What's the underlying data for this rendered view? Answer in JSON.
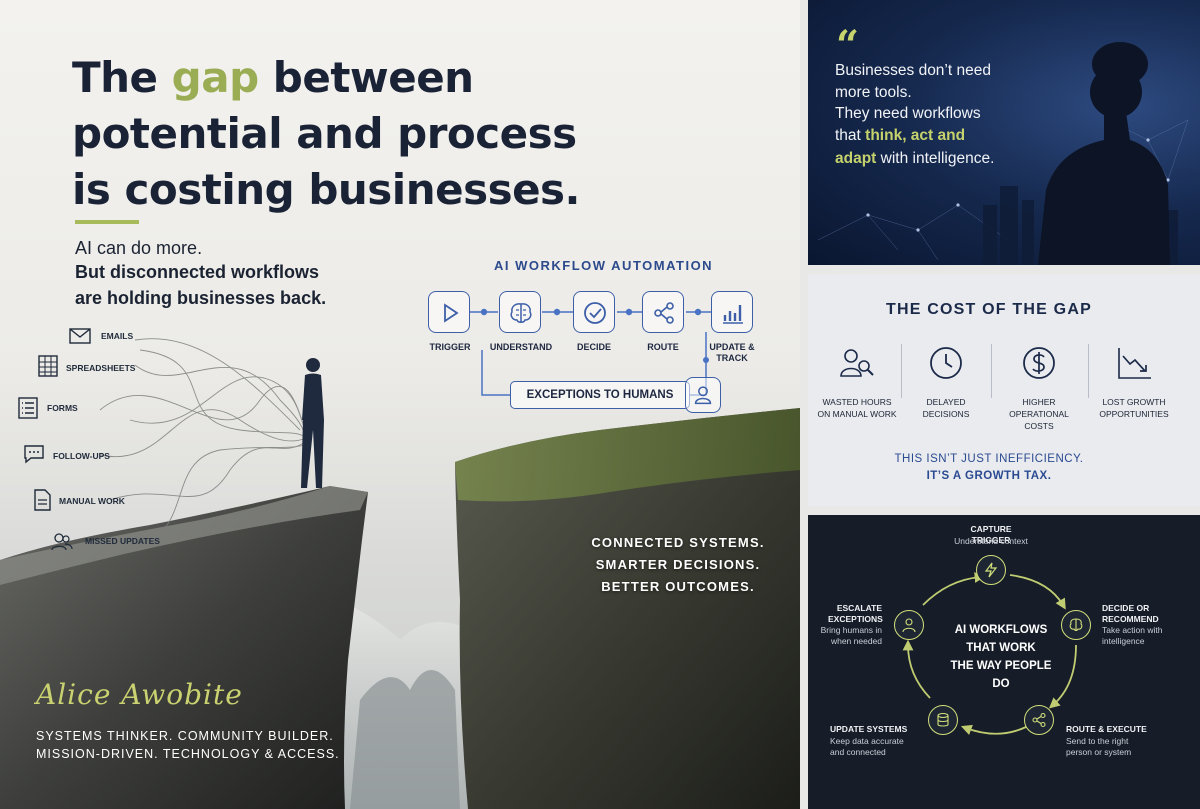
{
  "headline": {
    "part1": "The ",
    "accent": "gap",
    "part2": " between potential and process is costing businesses."
  },
  "sub": {
    "line1": "AI can do more.",
    "line2": "But disconnected workflows",
    "line3": "are holding businesses back."
  },
  "sources": [
    {
      "label": "EMAILS",
      "icon": "envelope-icon"
    },
    {
      "label": "SPREADSHEETS",
      "icon": "spreadsheet-icon"
    },
    {
      "label": "FORMS",
      "icon": "form-icon"
    },
    {
      "label": "FOLLOW-UPS",
      "icon": "chat-bubble-icon"
    },
    {
      "label": "MANUAL WORK",
      "icon": "document-icon"
    },
    {
      "label": "MISSED UPDATES",
      "icon": "people-icon"
    }
  ],
  "workflow": {
    "title": "AI WORKFLOW AUTOMATION",
    "steps": [
      {
        "label": "TRIGGER",
        "icon": "play-icon"
      },
      {
        "label": "UNDERSTAND",
        "icon": "brain-icon"
      },
      {
        "label": "DECIDE",
        "icon": "check-circle-icon"
      },
      {
        "label": "ROUTE",
        "icon": "share-icon"
      },
      {
        "label": "UPDATE &\nTRACK",
        "icon": "bar-chart-icon"
      }
    ],
    "exceptions": "EXCEPTIONS TO HUMANS"
  },
  "connected": {
    "line1": "CONNECTED SYSTEMS.",
    "line2": "SMARTER DECISIONS.",
    "line3": "BETTER OUTCOMES."
  },
  "signature": "Alice Awobite",
  "tagline": {
    "line1": "SYSTEMS THINKER. COMMUNITY BUILDER.",
    "line2": "MISSION-DRIVEN. TECHNOLOGY & ACCESS."
  },
  "quote": {
    "mark": "“",
    "line1": "Businesses don’t need",
    "line2": "more tools.",
    "line3": "They need workflows",
    "line4_pre": "that ",
    "line4_hl": "think, act and",
    "line5_hl": "adapt",
    "line5_post": " with intelligence."
  },
  "cost": {
    "title": "THE COST OF THE GAP",
    "items": [
      {
        "label": "WASTED HOURS\nON MANUAL WORK",
        "icon": "people-search-icon"
      },
      {
        "label": "DELAYED\nDECISIONS",
        "icon": "clock-icon"
      },
      {
        "label": "HIGHER\nOPERATIONAL COSTS",
        "icon": "dollar-icon"
      },
      {
        "label": "LOST GROWTH\nOPPORTUNITIES",
        "icon": "trend-down-icon"
      }
    ],
    "footer1": "THIS ISN’T JUST INEFFICIENCY.",
    "footer2": "IT’S A GROWTH TAX."
  },
  "cycle": {
    "center": "AI WORKFLOWS\nTHAT WORK\nTHE WAY PEOPLE DO",
    "steps": [
      {
        "head": "CAPTURE TRIGGER",
        "desc": "Understand context",
        "icon": "lightning-icon"
      },
      {
        "head": "DECIDE OR\nRECOMMEND",
        "desc": "Take action with\nintelligence",
        "icon": "brain-icon"
      },
      {
        "head": "ROUTE & EXECUTE",
        "desc": "Send to the right\nperson or system",
        "icon": "share-icon"
      },
      {
        "head": "UPDATE SYSTEMS",
        "desc": "Keep data accurate\nand connected",
        "icon": "database-icon"
      },
      {
        "head": "ESCALATE\nEXCEPTIONS",
        "desc": "Bring humans in\nwhen needed",
        "icon": "person-icon"
      }
    ]
  },
  "colors": {
    "navy": "#1a2236",
    "accent": "#9bad54",
    "blue": "#2c4a8c",
    "lime": "#d2e07a"
  }
}
